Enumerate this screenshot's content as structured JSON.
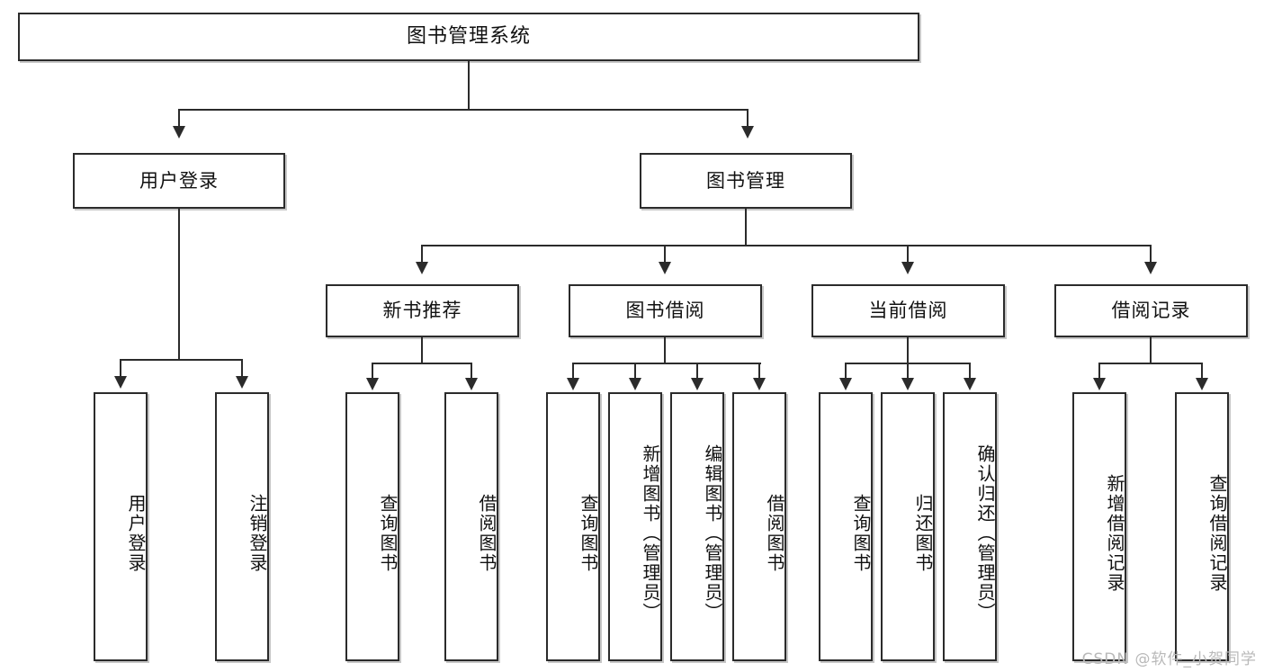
{
  "diagram": {
    "title": "图书管理系统",
    "type": "tree",
    "watermark": "CSDN @软件_小贺同学",
    "levels": {
      "root": {
        "label": "图书管理系统"
      },
      "level2": [
        {
          "label": "用户登录"
        },
        {
          "label": "图书管理"
        }
      ],
      "level3": [
        {
          "label": "新书推荐"
        },
        {
          "label": "图书借阅"
        },
        {
          "label": "当前借阅"
        },
        {
          "label": "借阅记录"
        }
      ],
      "leaves": [
        {
          "label": "用户登录",
          "parent": "用户登录"
        },
        {
          "label": "注销登录",
          "parent": "用户登录"
        },
        {
          "label": "查询图书",
          "parent": "新书推荐"
        },
        {
          "label": "借阅图书",
          "parent": "新书推荐"
        },
        {
          "label": "查询图书",
          "parent": "图书借阅"
        },
        {
          "label": "新增图书（管理员）",
          "parent": "图书借阅"
        },
        {
          "label": "编辑图书（管理员）",
          "parent": "图书借阅"
        },
        {
          "label": "借阅图书",
          "parent": "图书借阅"
        },
        {
          "label": "查询图书",
          "parent": "当前借阅"
        },
        {
          "label": "归还图书",
          "parent": "当前借阅"
        },
        {
          "label": "确认归还（管理员）",
          "parent": "当前借阅"
        },
        {
          "label": "新增借阅记录",
          "parent": "借阅记录"
        },
        {
          "label": "查询借阅记录",
          "parent": "借阅记录"
        }
      ]
    },
    "colors": {
      "stroke": "#2b2b2b",
      "fill": "#ffffff",
      "text": "#111111",
      "watermark": "#b9b9b9"
    }
  }
}
